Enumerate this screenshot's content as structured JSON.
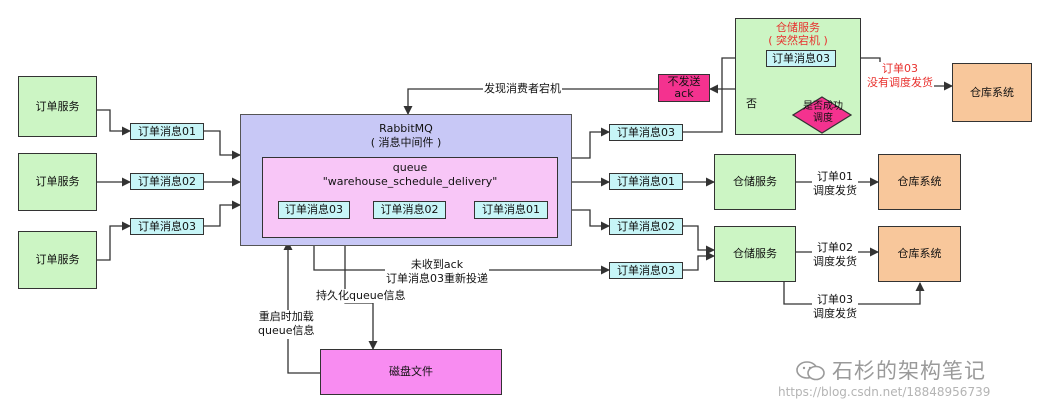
{
  "nodes": {
    "order_service": "订单服务",
    "order_msg_01": "订单消息01",
    "order_msg_02": "订单消息02",
    "order_msg_03": "订单消息03",
    "rabbitmq_title": "RabbitMQ",
    "rabbitmq_subtitle": "( 消息中间件 )",
    "queue_label": "queue",
    "queue_name": "\"warehouse_schedule_delivery\"",
    "warehouse_service": "仓储服务",
    "warehouse_system": "仓库系统",
    "crashed_service_title": "仓储服务",
    "crashed_service_subtitle": "( 突然宕机 )",
    "no_ack": "不发送\nack",
    "decision": "是否成功\n调度",
    "disk_file": "磁盘文件"
  },
  "labels": {
    "consumer_down": "发现消费者宕机",
    "no": "否",
    "order03_not_dispatched_1": "订单03",
    "order03_not_dispatched_2": "没有调度发货",
    "order01_dispatched": "订单01\n调度发货",
    "order02_dispatched": "订单02\n调度发货",
    "order03_dispatched": "订单03\n调度发货",
    "redeliver": "未收到ack\n订单消息03重新投递",
    "persist": "持久化queue信息",
    "reload": "重启时加载\nqueue信息"
  },
  "watermark": {
    "brand": "石杉的架构笔记",
    "url": "https://blog.csdn.net/18848956739"
  },
  "colors": {
    "service": "#ccf5c4",
    "message": "#c7f5f7",
    "system": "#f8c79b",
    "rabbitmq": "#c8c8f6",
    "queue": "#f8c6f7",
    "disk": "#f88cf1",
    "no_ack": "#f4328f",
    "warning_text": "#e8312e"
  }
}
